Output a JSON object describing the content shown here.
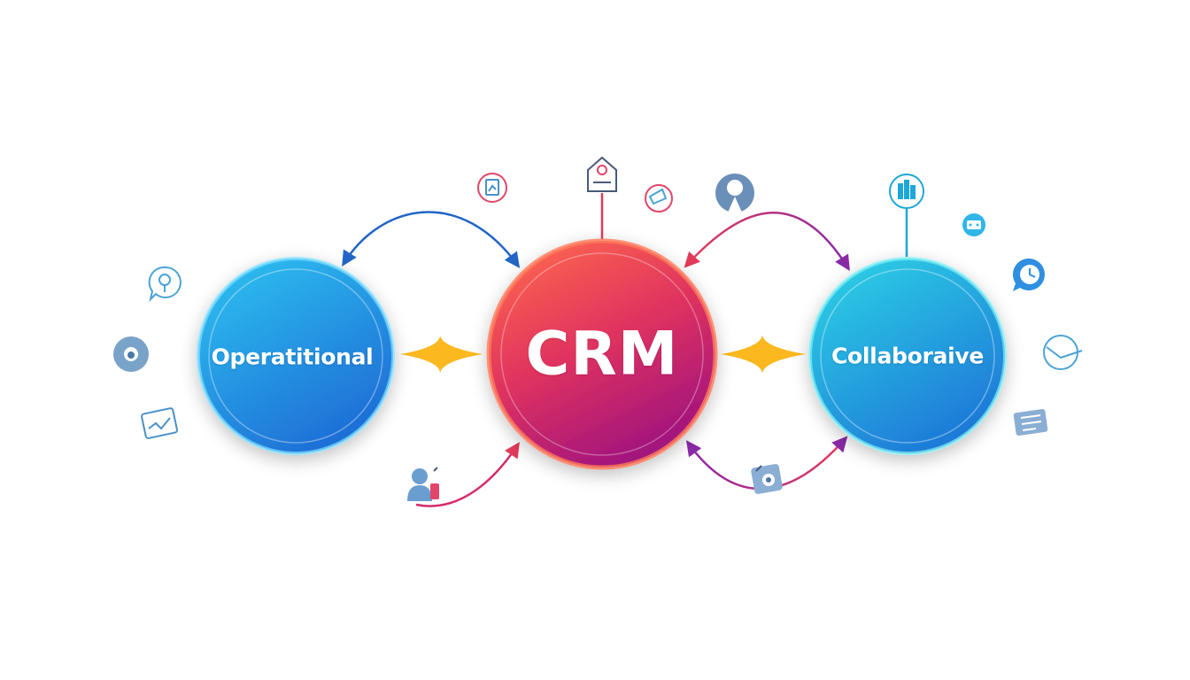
{
  "nodes": {
    "left": {
      "label": "Operatitional"
    },
    "center": {
      "label": "CRM"
    },
    "right": {
      "label": "Collaboraive"
    }
  },
  "colors": {
    "left_gradient": [
      "#2ec5f2",
      "#1e6fd6"
    ],
    "center_gradient": [
      "#ff6a4d",
      "#a0137e"
    ],
    "right_gradient": [
      "#2dd6e6",
      "#1e7ad8"
    ],
    "connector_star": "#fbb81f",
    "arrow_blue": "#2265c4",
    "arrow_red": "#e23b5a",
    "arrow_purple": "#8a2aa8",
    "icon_stroke": "#4a90c8"
  },
  "icons": [
    "search-chat-icon",
    "gear-settings-icon",
    "line-chart-icon",
    "user-support-icon",
    "document-chart-icon",
    "tag-icon",
    "price-tag-icon",
    "location-gear-icon",
    "bar-chart-icon",
    "code-badge-icon",
    "clock-chat-icon",
    "envelope-icon",
    "message-list-icon",
    "puzzle-icon"
  ]
}
